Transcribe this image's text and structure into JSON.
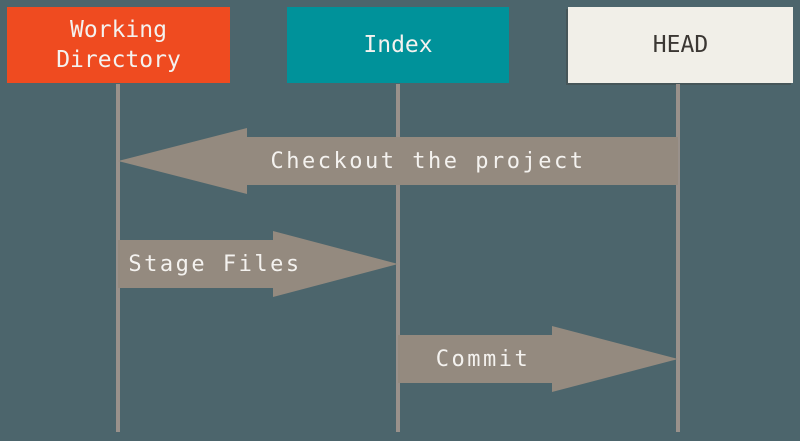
{
  "diagram": {
    "type": "git-areas-sequence-diagram",
    "colors": {
      "background": "#4C656C",
      "working_directory_box": "#EF4B20",
      "index_box": "#00929A",
      "head_box": "#F1EFE8",
      "head_box_text": "#3B3733",
      "box_text": "#F4F2EF",
      "arrow_fill": "#948A7F",
      "arrow_text": "#F4F2EF",
      "lifeline": "#99918B"
    },
    "columns": [
      {
        "id": "working-directory",
        "label": "Working Directory"
      },
      {
        "id": "index",
        "label": "Index"
      },
      {
        "id": "head",
        "label": "HEAD"
      }
    ],
    "arrows": [
      {
        "id": "checkout",
        "label": "Checkout the project",
        "direction": "left",
        "from": "head",
        "to": "working-directory"
      },
      {
        "id": "stage",
        "label": "Stage Files",
        "direction": "right",
        "from": "working-directory",
        "to": "index"
      },
      {
        "id": "commit",
        "label": "Commit",
        "direction": "right",
        "from": "index",
        "to": "head"
      }
    ]
  }
}
